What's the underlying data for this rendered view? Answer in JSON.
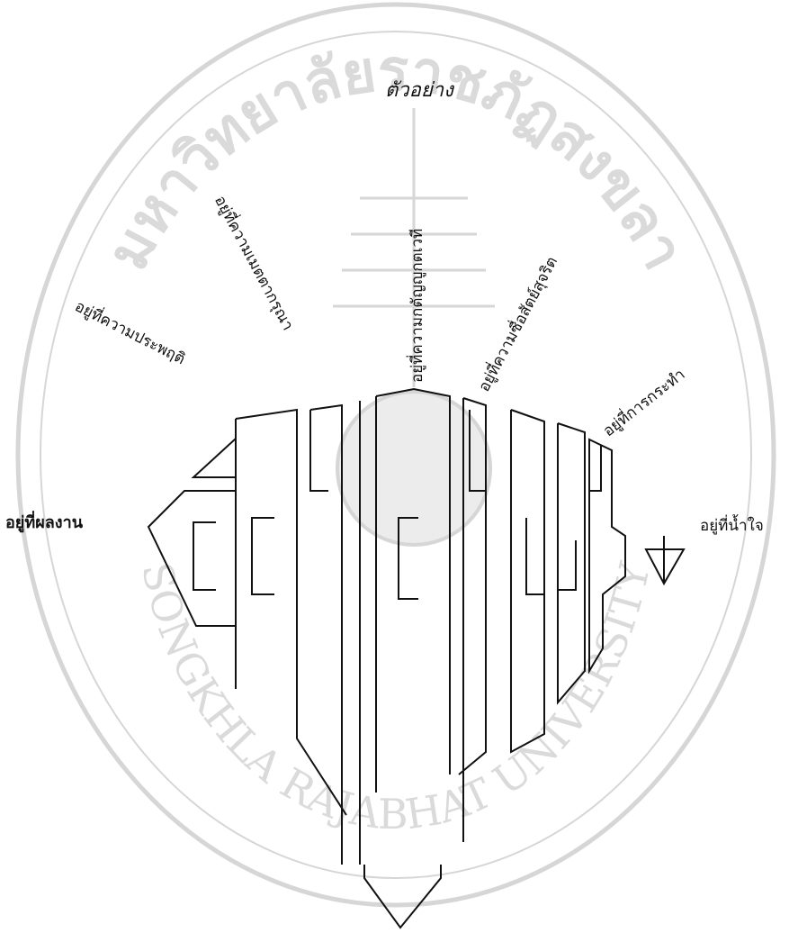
{
  "title": "ตัวอย่าง",
  "labels": {
    "left": "อยู่ที่ผลงาน",
    "right": "อยู่ที่น้ำใจ",
    "l1": "อยู่ที่ความประพฤติ",
    "l2": "อยู่ที่ความเมตตากรุณา",
    "center": "อยู่ที่ความกตัญญูกตเวที",
    "r1": "อยู่ที่ความซื่อสัตย์สุจริต",
    "r2": "อยู่ที่การกระทำ"
  },
  "watermark": {
    "top_text": "มหาวิทยาลัยราชภัฏสงขลา",
    "bottom_text": "SONGKHLA RAJABHAT UNIVERSITY"
  }
}
